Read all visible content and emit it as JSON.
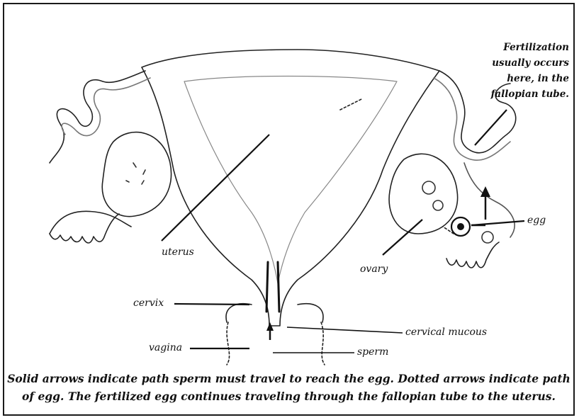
{
  "diagram": {
    "note": "Fertilization usually occurs here, in the fallopian tube.",
    "labels": {
      "uterus": "uterus",
      "ovary": "ovary",
      "egg": "egg",
      "cervix": "cervix",
      "vagina": "vagina",
      "cervical_mucous": "cervical mucous",
      "sperm": "sperm"
    },
    "caption": "Solid arrows indicate path sperm must travel to reach the egg. Dotted arrows indicate path of egg. The fertilized egg continues traveling through the fallopian tube to the uterus."
  }
}
